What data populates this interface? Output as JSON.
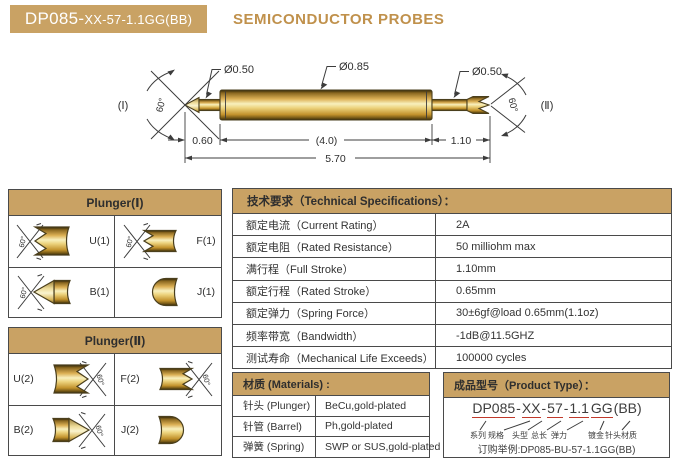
{
  "header": {
    "badge_large": "DP085-",
    "badge_small": "XX-57-1.1GG(BB)",
    "title": "SEMICONDUCTOR PROBES"
  },
  "drawing": {
    "dia_left": "Ø0.50",
    "dia_mid": "Ø0.85",
    "dia_right": "Ø0.50",
    "angle_left": "60°",
    "angle_right": "60°",
    "end_left": "(Ⅰ)",
    "end_right": "(Ⅱ)",
    "dim_tip": "0.60",
    "dim_barrel": "(4.0)",
    "dim_tail": "1.10",
    "dim_total": "5.70"
  },
  "plunger1": {
    "title": "Plunger(Ⅰ)",
    "cells": [
      {
        "label": "U(1)",
        "angle": "60°",
        "tip": "crown"
      },
      {
        "label": "F(1)",
        "angle": "60°",
        "tip": "serrated"
      },
      {
        "label": "B(1)",
        "angle": "60°",
        "tip": "cone"
      },
      {
        "label": "J(1)",
        "angle": "",
        "tip": "round"
      }
    ]
  },
  "plunger2": {
    "title": "Plunger(Ⅱ)",
    "cells": [
      {
        "label": "U(2)",
        "angle": "60°",
        "tip": "crown"
      },
      {
        "label": "F(2)",
        "angle": "60°",
        "tip": "serrated"
      },
      {
        "label": "B(2)",
        "angle": "60°",
        "tip": "cone"
      },
      {
        "label": "J(2)",
        "angle": "",
        "tip": "round"
      }
    ]
  },
  "specs": {
    "title": "技术要求（Technical Specifications）：",
    "rows": [
      {
        "label": "额定电流（Current Rating）",
        "value": "2A"
      },
      {
        "label": "额定电阻（Rated Resistance）",
        "value": "50 milliohm max"
      },
      {
        "label": "满行程（Full Stroke）",
        "value": "1.10mm"
      },
      {
        "label": "额定行程（Rated Stroke）",
        "value": "0.65mm"
      },
      {
        "label": "额定弹力（Spring Force）",
        "value": "30±6gf@load 0.65mm(1.1oz)"
      },
      {
        "label": "频率带宽（Bandwidth）",
        "value": "-1dB@11.5GHZ"
      },
      {
        "label": "测试寿命（Mechanical Life Exceeds）",
        "value": "100000 cycles"
      }
    ]
  },
  "materials": {
    "title": "材质 (Materials) :",
    "rows": [
      {
        "label": "针头 (Plunger)",
        "value": "BeCu,gold-plated"
      },
      {
        "label": "针管 (Barrel)",
        "value": "Ph,gold-plated"
      },
      {
        "label": "弹簧 (Spring)",
        "value": "SWP or SUS,gold-plated"
      }
    ]
  },
  "product": {
    "title": "成品型号（Product Type）：",
    "segments": [
      {
        "text": "DP085"
      },
      {
        "text": "-"
      },
      {
        "text": "XX"
      },
      {
        "text": "-"
      },
      {
        "text": "57"
      },
      {
        "text": "-"
      },
      {
        "text": "1.1"
      },
      {
        "text": "GG"
      },
      {
        "text": "(BB)"
      }
    ],
    "code_labels": [
      "系列",
      "规格",
      "头型",
      "总长",
      "弹力",
      "镀金",
      "针头材质"
    ],
    "order_example": "订购举例:DP085-BU-57-1.1GG(BB)"
  },
  "colors": {
    "accent_tan": "#c9a264",
    "title_gold": "#c0914c",
    "probe_gold": "#e3bc55",
    "underline_red": "#c0392b",
    "line_dark": "#3c3c3c"
  }
}
